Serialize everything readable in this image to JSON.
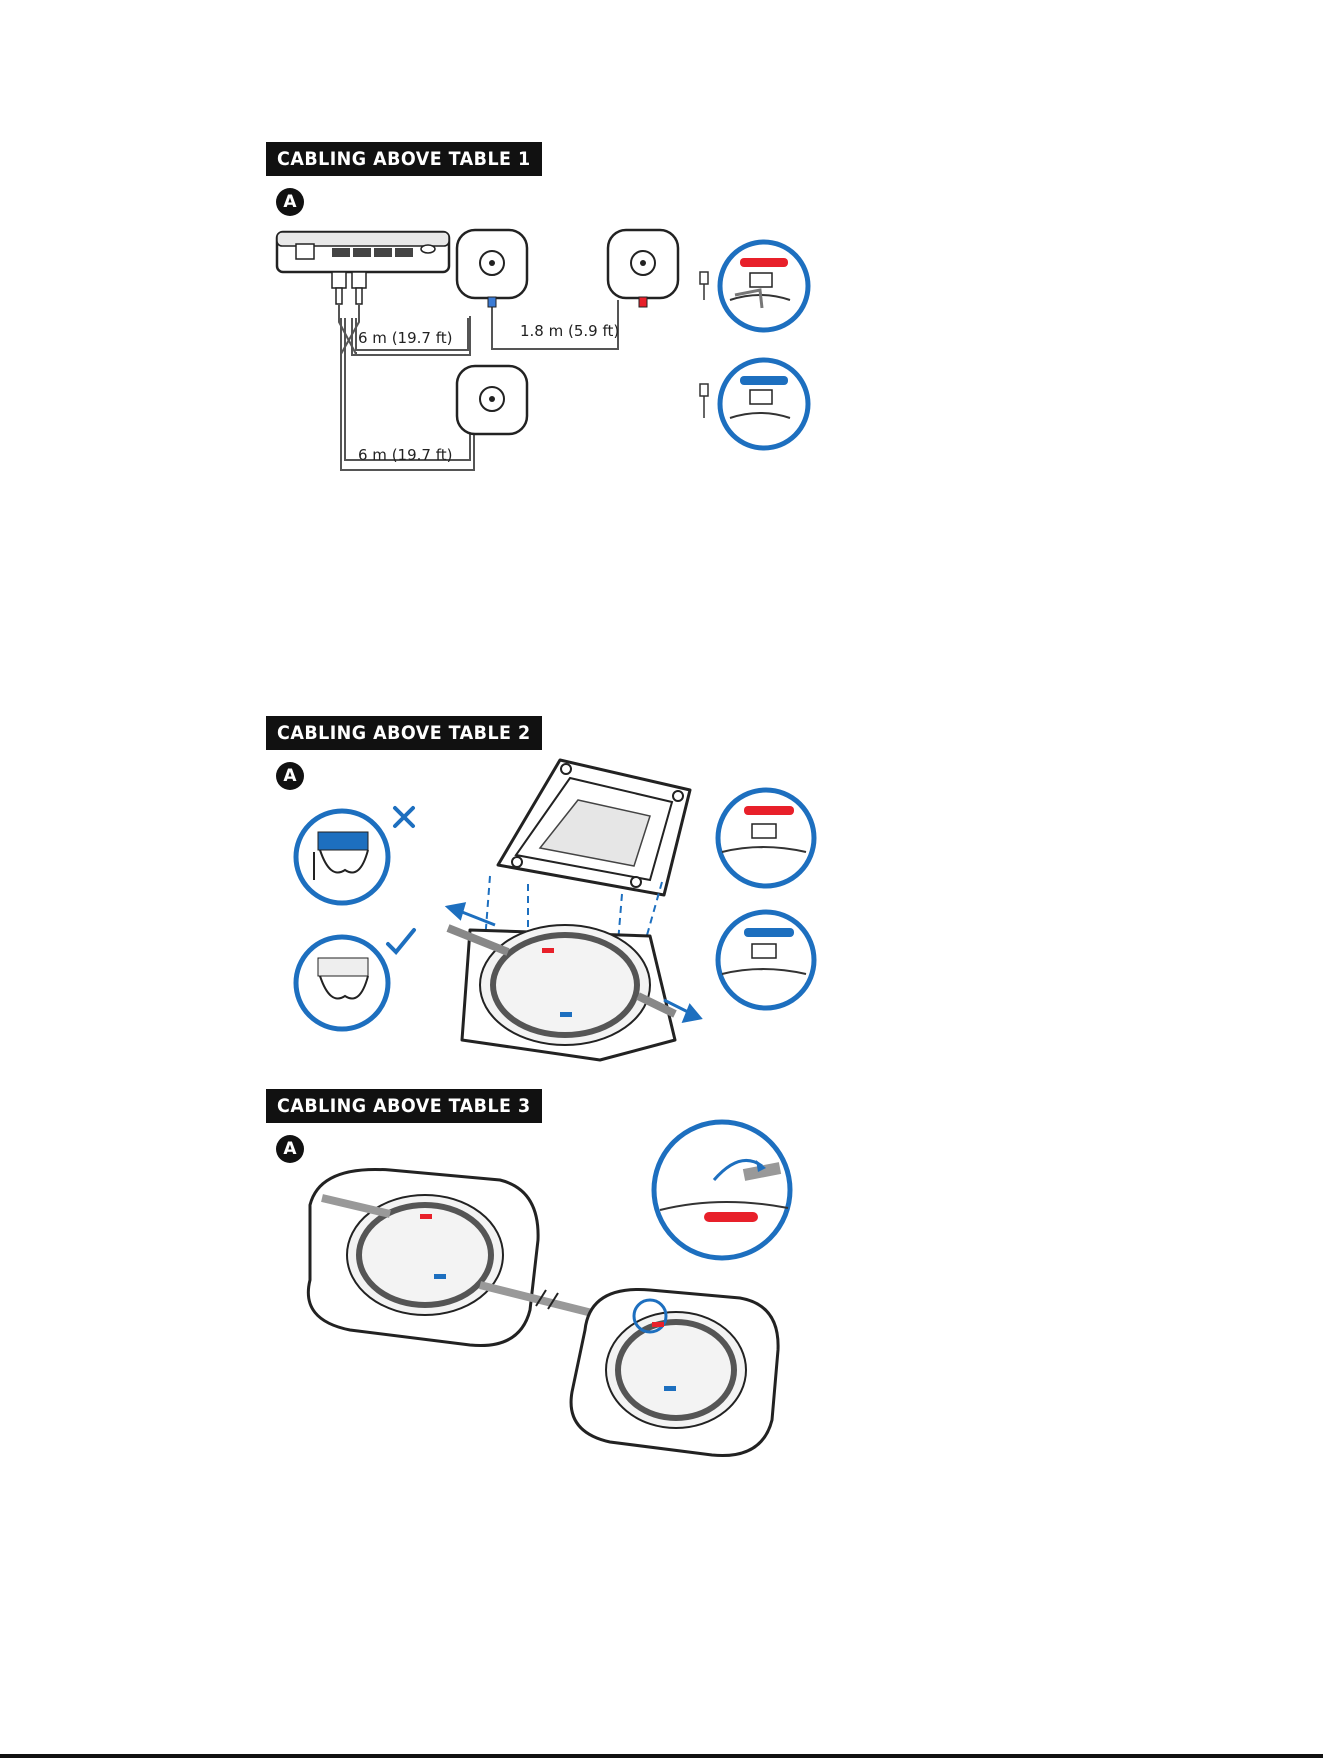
{
  "colors": {
    "accent_blue": "#1d6fbf",
    "accent_red": "#e8202a",
    "outline": "#222222",
    "banner_bg": "#111111"
  },
  "sections": [
    {
      "title": "CABLING ABOVE TABLE 1",
      "step": "A",
      "labels": {
        "cable_top": "6 m (19.7 ft)",
        "cable_link": "1.8 m (5.9 ft)",
        "cable_bottom": "6 m (19.7 ft)"
      }
    },
    {
      "title": "CABLING ABOVE TABLE 2",
      "step": "A"
    },
    {
      "title": "CABLING ABOVE TABLE 3",
      "step": "A"
    }
  ],
  "icons": [
    "usb-hub-icon",
    "microphone-puck-icon",
    "connector-plug-icon",
    "cross-icon",
    "check-icon",
    "arrow-icon"
  ]
}
